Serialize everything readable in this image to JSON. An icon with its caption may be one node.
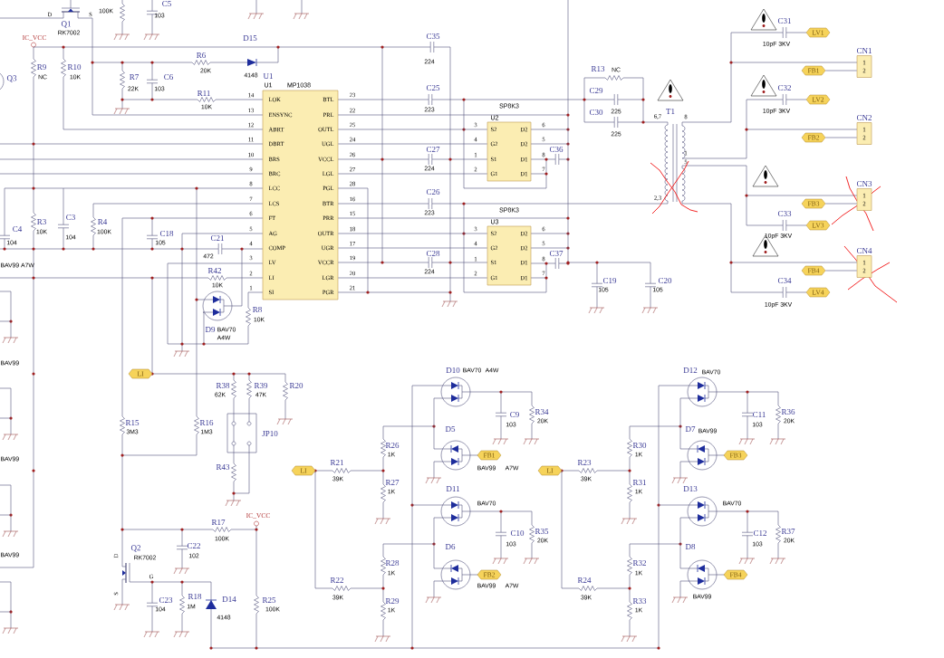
{
  "diagram": {
    "nodes": [
      {
        "text": [
          "U1",
          "LOK",
          "ENSYNC",
          "ABRT",
          "DBRT",
          "BRS",
          "BRC",
          "LCC",
          "LCS",
          "FT",
          "AG",
          "COMP",
          "LV",
          "LI",
          "SI",
          "BTL",
          "PRL",
          "OUTL",
          "UGL",
          "VCCL",
          "LGL",
          "PGL",
          "BTR",
          "PRR",
          "OUTR",
          "UGR",
          "VCCR",
          "LGR",
          "PGR"
        ],
        "beside": [
          "MP1038"
        ]
      },
      {
        "text": [
          "U2",
          "S2",
          "G2",
          "S1",
          "G1",
          "D2",
          "D2",
          "D1",
          "D1"
        ],
        "beside": [
          "SP8K3"
        ]
      },
      {
        "text": [
          "U3",
          "S2",
          "G2",
          "S1",
          "G1",
          "D2",
          "D2",
          "D1",
          "D1"
        ],
        "beside": [
          "SP8K3"
        ]
      },
      {
        "text": [
          "LV1"
        ]
      },
      {
        "text": [
          "CN1",
          "1",
          "2"
        ]
      },
      {
        "text": [
          "FB1"
        ]
      },
      {
        "text": [
          "LV2"
        ]
      },
      {
        "text": [
          "CN2",
          "1",
          "2"
        ]
      },
      {
        "text": [
          "FB2"
        ]
      },
      {
        "text": [
          "CN3",
          "1",
          "2"
        ]
      },
      {
        "text": [
          "FB3"
        ]
      },
      {
        "text": [
          "LV3"
        ]
      },
      {
        "text": [
          "CN4",
          "1",
          "2"
        ]
      },
      {
        "text": [
          "FB4"
        ]
      },
      {
        "text": [
          "LV4"
        ]
      },
      {
        "text": [
          "LI"
        ]
      },
      {
        "text": [
          "LI"
        ]
      },
      {
        "text": [
          "FB1"
        ]
      },
      {
        "text": [
          "LI"
        ]
      },
      {
        "text": [
          "FB3"
        ]
      },
      {
        "text": [
          "FB2"
        ]
      },
      {
        "text": [
          "FB4"
        ]
      }
    ],
    "edges": [
      {
        "from": 0,
        "to": 1,
        "arrow": "none"
      },
      {
        "from": 0,
        "to": 1,
        "arrow": "none"
      },
      {
        "from": 0,
        "to": 1,
        "arrow": "none"
      },
      {
        "from": 0,
        "to": 2,
        "arrow": "none"
      },
      {
        "from": 0,
        "to": 2,
        "arrow": "none"
      },
      {
        "from": 0,
        "to": 2,
        "arrow": "none"
      },
      {
        "from": 5,
        "to": 4,
        "arrow": "none"
      },
      {
        "from": 8,
        "to": 7,
        "arrow": "none"
      },
      {
        "from": 10,
        "to": 9,
        "arrow": "none"
      },
      {
        "from": 13,
        "to": 12,
        "arrow": "none"
      }
    ],
    "labels": [
      "C5",
      "D",
      "S",
      "100K",
      "103",
      "Q1",
      "RK7002",
      "IC_VCC",
      "D15",
      "R6",
      "20K",
      "4148",
      "U1",
      "R9",
      "NC",
      "R10",
      "10K",
      "Q3",
      "R7",
      "22K",
      "C6",
      "103",
      "R11",
      "10K",
      "14",
      "13",
      "12",
      "11",
      "10",
      "9",
      "8",
      "7",
      "6",
      "5",
      "4",
      "3",
      "2",
      "1",
      "23",
      "22",
      "25",
      "24",
      "26",
      "27",
      "28",
      "16",
      "15",
      "18",
      "17",
      "19",
      "20",
      "21",
      "C35",
      "224",
      "C25",
      "223",
      "C27",
      "224",
      "C26",
      "223",
      "C28",
      "224",
      "3",
      "4",
      "1",
      "2",
      "6",
      "5",
      "8",
      "7",
      "C36",
      "3",
      "4",
      "1",
      "2",
      "6",
      "5",
      "8",
      "7",
      "C37",
      "R13",
      "NC",
      "C29",
      "C30",
      "225",
      "225",
      "T1",
      "6,7",
      "8",
      "1",
      "5",
      "2,3",
      "C31",
      "10pF 3KV",
      "C32",
      "10pF 3KV",
      "C33",
      "10pF 3KV",
      "C34",
      "10pF 3KV",
      "C4",
      "104",
      "R3",
      "10K",
      "C3",
      "104",
      "R4",
      "100K",
      "C18",
      "105",
      "C21",
      "472",
      "BAV99 A7W",
      "R42",
      "10K",
      "R8",
      "10K",
      "D9",
      "BAV70",
      "A4W",
      "C19",
      "105",
      "C20",
      "105",
      "BAV99",
      "R38",
      "62K",
      "R39",
      "47K",
      "R20",
      "R15",
      "3M3",
      "R16",
      "1M3",
      "JP10",
      "D10",
      "BAV70",
      "A4W",
      "C9",
      "103",
      "R34",
      "20K",
      "D12",
      "BAV70",
      "C11",
      "103",
      "R36",
      "20K",
      "D5",
      "D7",
      "BAV99",
      "R26",
      "1K",
      "R30",
      "1K",
      "BAV99",
      "R43",
      "R21",
      "39K",
      "R23",
      "39K",
      "BAV99",
      "A7W",
      "R27",
      "1K",
      "R31",
      "1K",
      "D11",
      "D13",
      "BAV70",
      "BAV70",
      "R17",
      "100K",
      "IC_VCC",
      "C10",
      "103",
      "R35",
      "20K",
      "C12",
      "103",
      "R37",
      "20K",
      "BAV99",
      "D",
      "Q2",
      "RK7002",
      "C22",
      "102",
      "D6",
      "D8",
      "R28",
      "1K",
      "R32",
      "1K",
      "G",
      "R22",
      "39K",
      "R24",
      "39K",
      "BAV99",
      "A7W",
      "S",
      "R18",
      "1M",
      "C23",
      "104",
      "D14",
      "4148",
      "R25",
      "100K",
      "R29",
      "1K",
      "R33",
      "1K",
      "BAV99"
    ]
  }
}
